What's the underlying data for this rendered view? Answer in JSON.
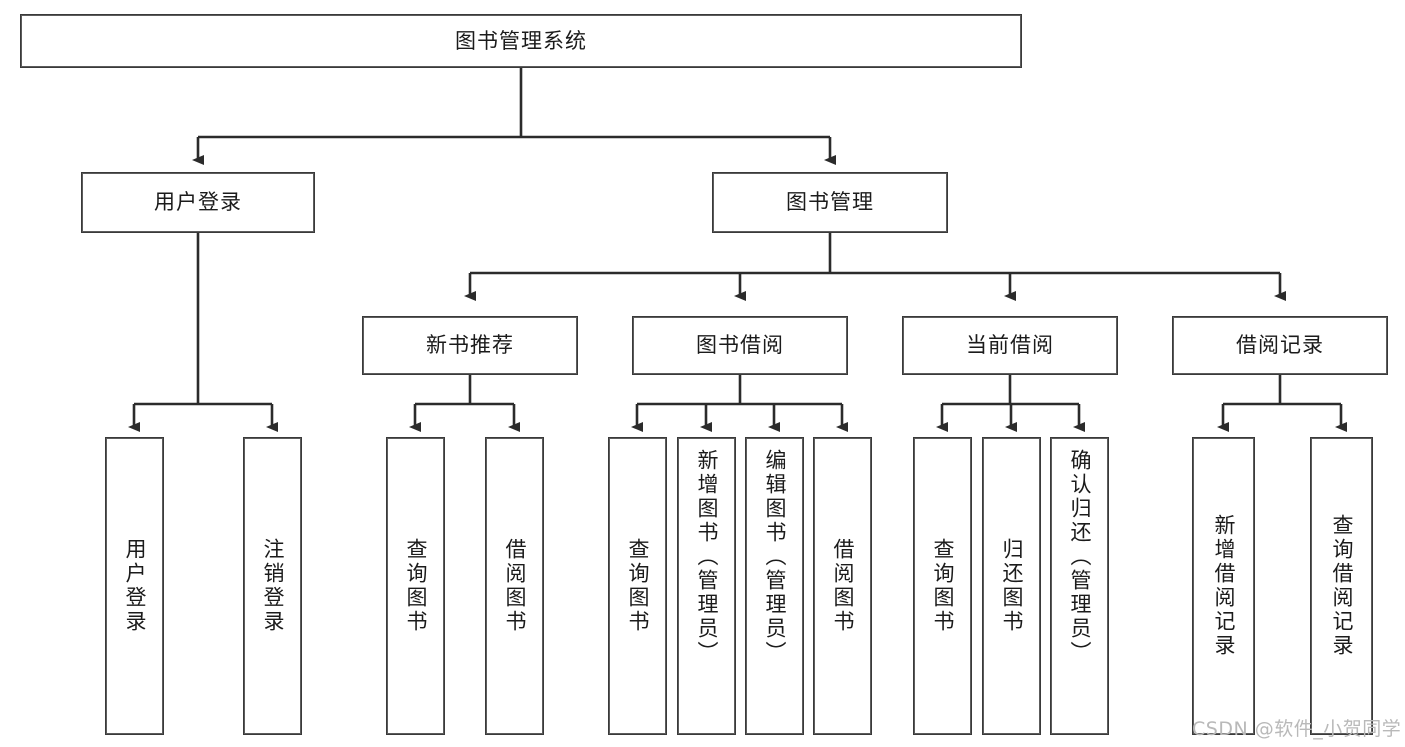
{
  "diagram": {
    "type": "tree",
    "title": "图书管理系统",
    "orientation": "top-down",
    "colors": {
      "box_border": "#3a3a3a",
      "box_fill": "#ffffff",
      "link": "#2b2b2b",
      "text": "#1b1b1b",
      "watermark": "#b9b9b9"
    },
    "root": {
      "id": "root",
      "label": "图书管理系统"
    },
    "level2": [
      {
        "id": "user-login",
        "label": "用户登录"
      },
      {
        "id": "book-manage",
        "label": "图书管理"
      }
    ],
    "level3": [
      {
        "id": "new-book-recommend",
        "label": "新书推荐",
        "parent": "book-manage"
      },
      {
        "id": "book-borrow",
        "label": "图书借阅",
        "parent": "book-manage"
      },
      {
        "id": "current-borrow",
        "label": "当前借阅",
        "parent": "book-manage"
      },
      {
        "id": "borrow-record",
        "label": "借阅记录",
        "parent": "book-manage"
      }
    ],
    "leaves": {
      "user-login": [
        {
          "id": "leaf-user-login",
          "label": "用户登录"
        },
        {
          "id": "leaf-user-logout",
          "label": "注销登录"
        }
      ],
      "new-book-recommend": [
        {
          "id": "leaf-query-book-1",
          "label": "查询图书"
        },
        {
          "id": "leaf-borrow-book-1",
          "label": "借阅图书"
        }
      ],
      "book-borrow": [
        {
          "id": "leaf-query-book-2",
          "label": "查询图书"
        },
        {
          "id": "leaf-add-book",
          "label": "新增图书（管理员）"
        },
        {
          "id": "leaf-edit-book",
          "label": "编辑图书（管理员）"
        },
        {
          "id": "leaf-borrow-book-2",
          "label": "借阅图书"
        }
      ],
      "current-borrow": [
        {
          "id": "leaf-query-book-3",
          "label": "查询图书"
        },
        {
          "id": "leaf-return-book",
          "label": "归还图书"
        },
        {
          "id": "leaf-confirm-return",
          "label": "确认归还（管理员）"
        }
      ],
      "borrow-record": [
        {
          "id": "leaf-add-record",
          "label": "新增借阅记录"
        },
        {
          "id": "leaf-query-record",
          "label": "查询借阅记录"
        }
      ]
    }
  },
  "watermark": {
    "text": "CSDN @软件_小贺同学"
  }
}
